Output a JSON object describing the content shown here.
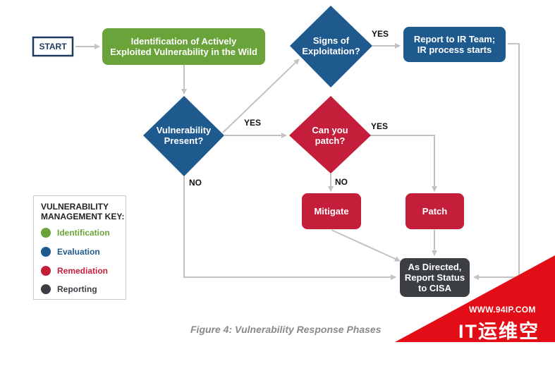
{
  "colors": {
    "identification": "#6aa33a",
    "evaluation": "#1e5a8e",
    "remediation": "#c41e3a",
    "reporting": "#3b3f44",
    "connector": "#c2c2c2",
    "start_border": "#1f3a5f",
    "watermark": "#e30d17"
  },
  "flowchart": {
    "start": "START",
    "nodes": {
      "identification": "Identification of Actively\nExploited Vulnerability in the Wild",
      "vuln_present": "Vulnerability\nPresent?",
      "signs_exploitation": "Signs of\nExploitation?",
      "report_ir": "Report to IR Team;\nIR process starts",
      "can_patch": "Can you\npatch?",
      "mitigate": "Mitigate",
      "patch": "Patch",
      "report_cisa": "As Directed,\nReport Status\nto CISA"
    },
    "edge_labels": {
      "signs_yes": "YES",
      "vuln_yes": "YES",
      "patch_yes": "YES",
      "vuln_no": "NO",
      "patch_no": "NO"
    }
  },
  "legend": {
    "title": "VULNERABILITY\nMANAGEMENT KEY:",
    "items": [
      {
        "label": "Identification",
        "color": "#6aa33a"
      },
      {
        "label": "Evaluation",
        "color": "#1e5a8e"
      },
      {
        "label": "Remediation",
        "color": "#c41e3a"
      },
      {
        "label": "Reporting",
        "color": "#3b3f44"
      }
    ]
  },
  "caption": "Figure 4: Vulnerability Response Phases",
  "watermark": {
    "url": "WWW.94IP.COM",
    "text": "IT运维空间"
  }
}
